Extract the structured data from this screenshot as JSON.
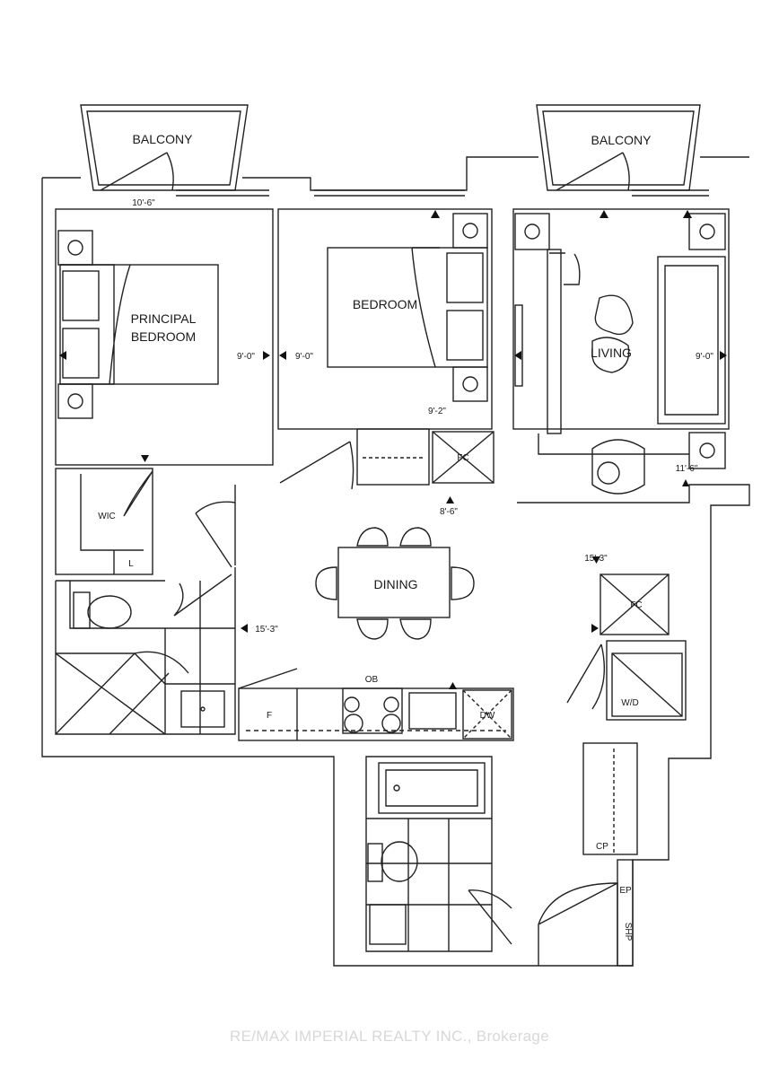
{
  "rooms": {
    "balcony_left": "BALCONY",
    "balcony_right": "BALCONY",
    "principal_bedroom_1": "PRINCIPAL",
    "principal_bedroom_2": "BEDROOM",
    "bedroom": "BEDROOM",
    "living": "LIVING",
    "dining": "DINING"
  },
  "fixtures": {
    "wic": "WIC",
    "linen": "L",
    "fc_bedroom": "FC",
    "fc_hall": "FC",
    "wd": "W/D",
    "fridge": "F",
    "oven": "OB",
    "dishwasher": "DW",
    "coat": "CP",
    "ep": "EP",
    "shp": "SHP"
  },
  "dimensions": {
    "balcony_width": "10'-6\"",
    "principal_height": "9'-0\"",
    "bedroom_height": "9'-0\"",
    "bedroom_closet": "9'-2\"",
    "bedroom_width": "8'-6\"",
    "living_height": "9'-0\"",
    "living_width": "11'-6\"",
    "dining_width": "15'-3\"",
    "hall_width": "15'-3\""
  },
  "watermark": "RE/MAX IMPERIAL REALTY INC., Brokerage"
}
